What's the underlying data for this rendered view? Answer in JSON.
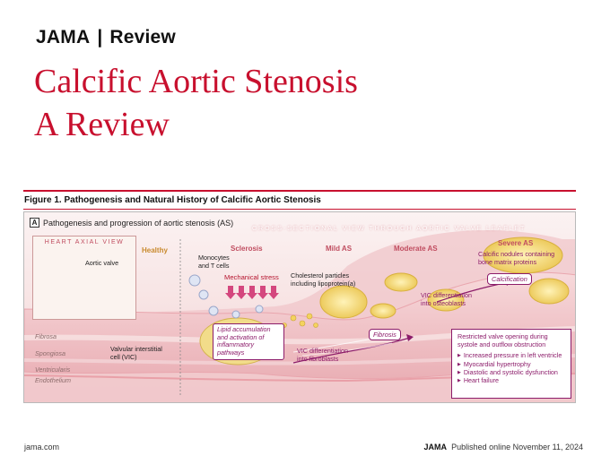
{
  "header": {
    "journal": "JAMA",
    "section": "Review"
  },
  "title": {
    "line1": "Calcific Aortic Stenosis",
    "line2": "A Review"
  },
  "figure": {
    "caption_label": "Figure 1.",
    "caption_text": "Pathogenesis and Natural History of Calcific Aortic Stenosis",
    "panel_letter": "A",
    "panel_title": "Pathogenesis and progression of aortic stenosis (AS)",
    "cross_section_label": "CROSS-SECTIONAL VIEW THROUGH AORTIC VALVE LEAFLET",
    "heart_box_title": "HEART AXIAL VIEW",
    "aortic_valve_label": "Aortic valve",
    "stages": {
      "healthy": "Healthy",
      "sclerosis": "Sclerosis",
      "mild": "Mild AS",
      "moderate": "Moderate AS",
      "severe": "Severe AS"
    },
    "labels": {
      "monocytes": "Monocytes\nand T cells",
      "mechanical_stress": "Mechanical stress",
      "cholesterol": "Cholesterol particles\nincluding lipoprotein(a)",
      "lipid": "Lipid accumulation\nand activation of\ninflammatory\npathways",
      "vic_fibroblasts": "VIC differentiation\ninto fibroblasts",
      "fibrosis": "Fibrosis",
      "vic_osteoblasts": "VIC differentiation\ninto osteoblasts",
      "calcific_nodules": "Calcific nodules containing\nbone matrix proteins",
      "calcification": "Calcification",
      "vic": "Valvular interstitial\ncell (VIC)"
    },
    "layers": [
      "Fibrosa",
      "Spongiosa",
      "Ventricularis",
      "Endothelium"
    ],
    "outcome": {
      "heading": "Restricted valve opening during systole and outflow obstruction",
      "items": [
        "Increased pressure in left ventricle",
        "Myocardial hypertrophy",
        "Diastolic and systolic dysfunction",
        "Heart failure"
      ]
    }
  },
  "footer": {
    "site": "jama.com",
    "journal": "JAMA",
    "published": "Published online November 11, 2024"
  },
  "colors": {
    "brand_red": "#c8102e",
    "magenta": "#8c1c6a",
    "tissue_pink": "#f3c9cc",
    "calcium_yellow": "#f4d35e"
  }
}
